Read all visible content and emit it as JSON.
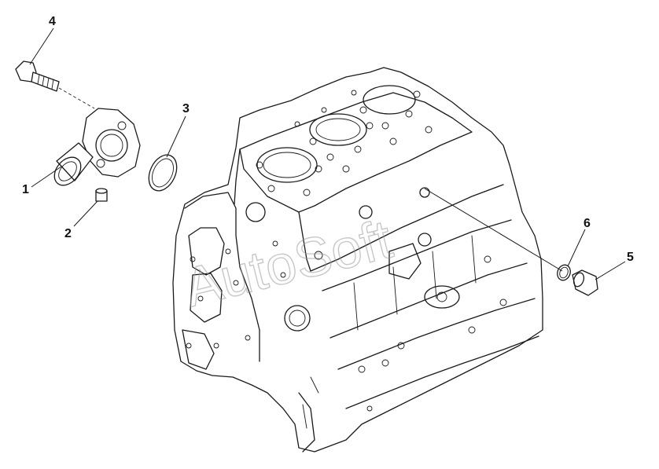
{
  "watermark": "AutoSoft",
  "callouts": {
    "c1": "1",
    "c2": "2",
    "c3": "3",
    "c4": "4",
    "c5": "5",
    "c6": "6"
  },
  "parts": {
    "p1": "water-outlet-housing",
    "p2": "dowel-sleeve",
    "p3": "o-ring-seal",
    "p4": "flange-bolt",
    "p5": "plug",
    "p6": "sealing-washer"
  },
  "colors": {
    "line": "#1a1a1a",
    "background": "#ffffff",
    "watermark": "#9a9a9a"
  }
}
